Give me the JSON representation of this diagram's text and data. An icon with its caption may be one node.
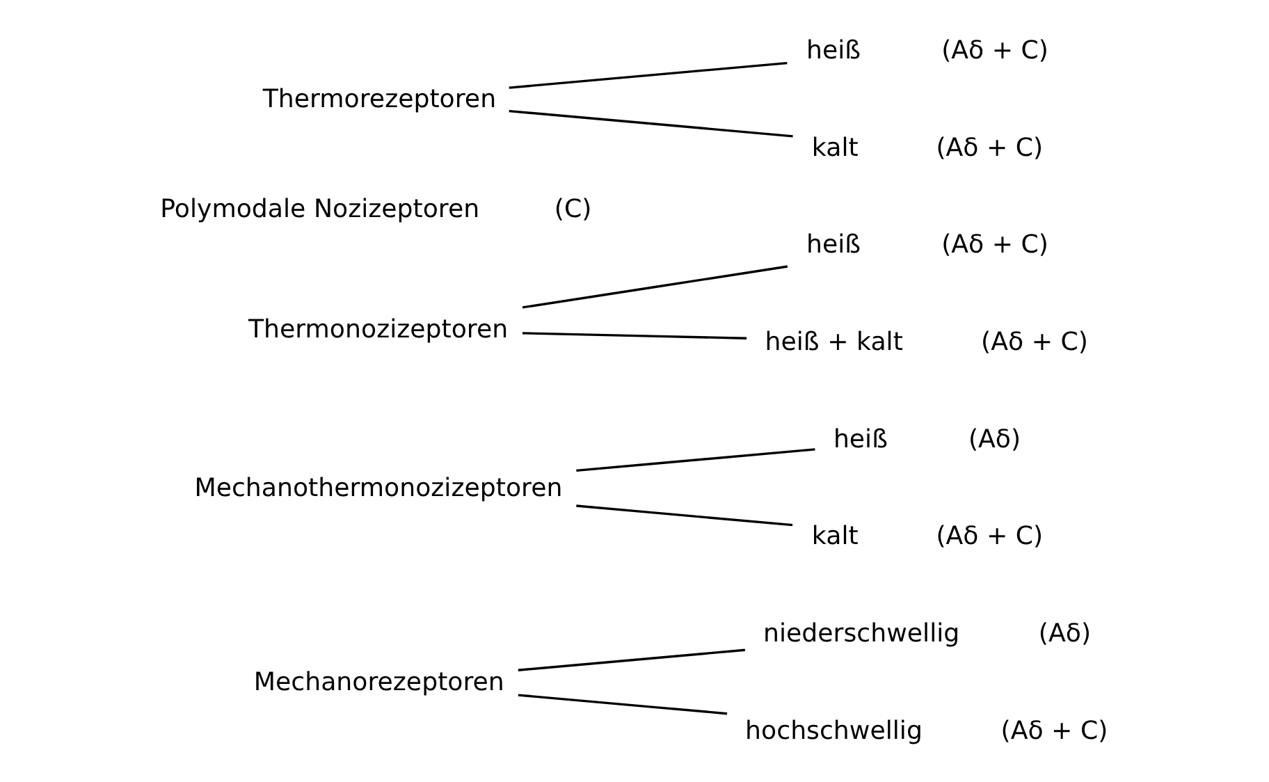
{
  "diagram": {
    "nodes": [
      {
        "text": [
          "Mechanorezeptoren"
        ]
      },
      {
        "text": [
          "niederschwellig"
        ],
        "beside": [
          "(Aδ)"
        ]
      },
      {
        "text": [
          "hochschwellig"
        ],
        "beside": [
          "(Aδ + C)"
        ]
      },
      {
        "text": [
          "Mechanothermonozizeptoren"
        ]
      },
      {
        "text": [
          "heiß"
        ],
        "beside": [
          "(Aδ)"
        ]
      },
      {
        "text": [
          "kalt"
        ],
        "beside": [
          "(Aδ + C)"
        ]
      },
      {
        "text": [
          "Thermonozizeptoren"
        ]
      },
      {
        "text": [
          "heiß"
        ],
        "beside": [
          "(Aδ + C)"
        ]
      },
      {
        "text": [
          "heiß + kalt"
        ],
        "beside": [
          "(Aδ + C)"
        ]
      },
      {
        "text": [
          "Polymodale Nozizeptoren"
        ],
        "beside": [
          "(C)"
        ]
      },
      {
        "text": [
          "Thermorezeptoren"
        ]
      },
      {
        "text": [
          "heiß"
        ],
        "beside": [
          "(Aδ + C)"
        ]
      },
      {
        "text": [
          "kalt"
        ],
        "beside": [
          "(Aδ + C)"
        ]
      }
    ],
    "edges": [
      {
        "from": 0,
        "to": 1,
        "arrow": "none"
      },
      {
        "from": 0,
        "to": 2,
        "arrow": "none"
      },
      {
        "from": 3,
        "to": 4,
        "arrow": "none"
      },
      {
        "from": 3,
        "to": 5,
        "arrow": "none"
      },
      {
        "from": 6,
        "to": 7,
        "arrow": "none"
      },
      {
        "from": 6,
        "to": 8,
        "arrow": "none"
      },
      {
        "from": 10,
        "to": 11,
        "arrow": "none"
      },
      {
        "from": 10,
        "to": 12,
        "arrow": "none"
      }
    ]
  }
}
